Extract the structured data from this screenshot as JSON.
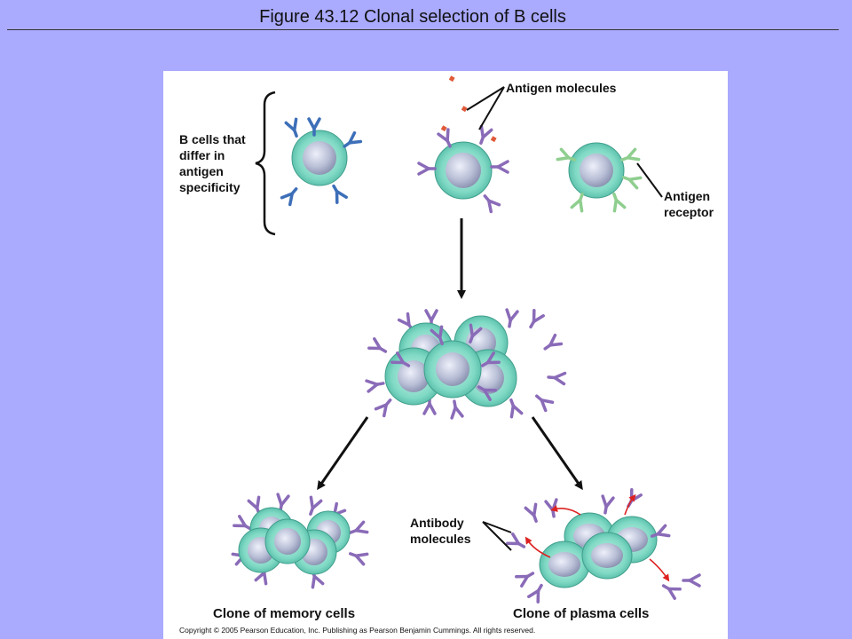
{
  "slide": {
    "title": "Figure 43.12  Clonal selection of B cells"
  },
  "diagram": {
    "labels": {
      "b_cells": [
        "B cells that",
        "differ in",
        "antigen",
        "specificity"
      ],
      "antigen_molecules": "Antigen molecules",
      "antigen_receptor": [
        "Antigen",
        "receptor"
      ],
      "antibody_molecules": [
        "Antibody",
        "molecules"
      ],
      "memory_clone": "Clone of memory cells",
      "plasma_clone": "Clone of plasma cells"
    },
    "copyright": "Copyright © 2005 Pearson Education, Inc. Publishing as Pearson Benjamin Cummings. All rights reserved.",
    "colors": {
      "cell_body": "#7fd9c4",
      "nucleus": "#b9bfd6",
      "receptor_blue": "#3d6fb8",
      "receptor_purple": "#8a6bb8",
      "receptor_green": "#8fce8f",
      "antigen": "#e05a3a",
      "arrow": "#111111",
      "secretion_arrow": "#dd2222"
    }
  }
}
